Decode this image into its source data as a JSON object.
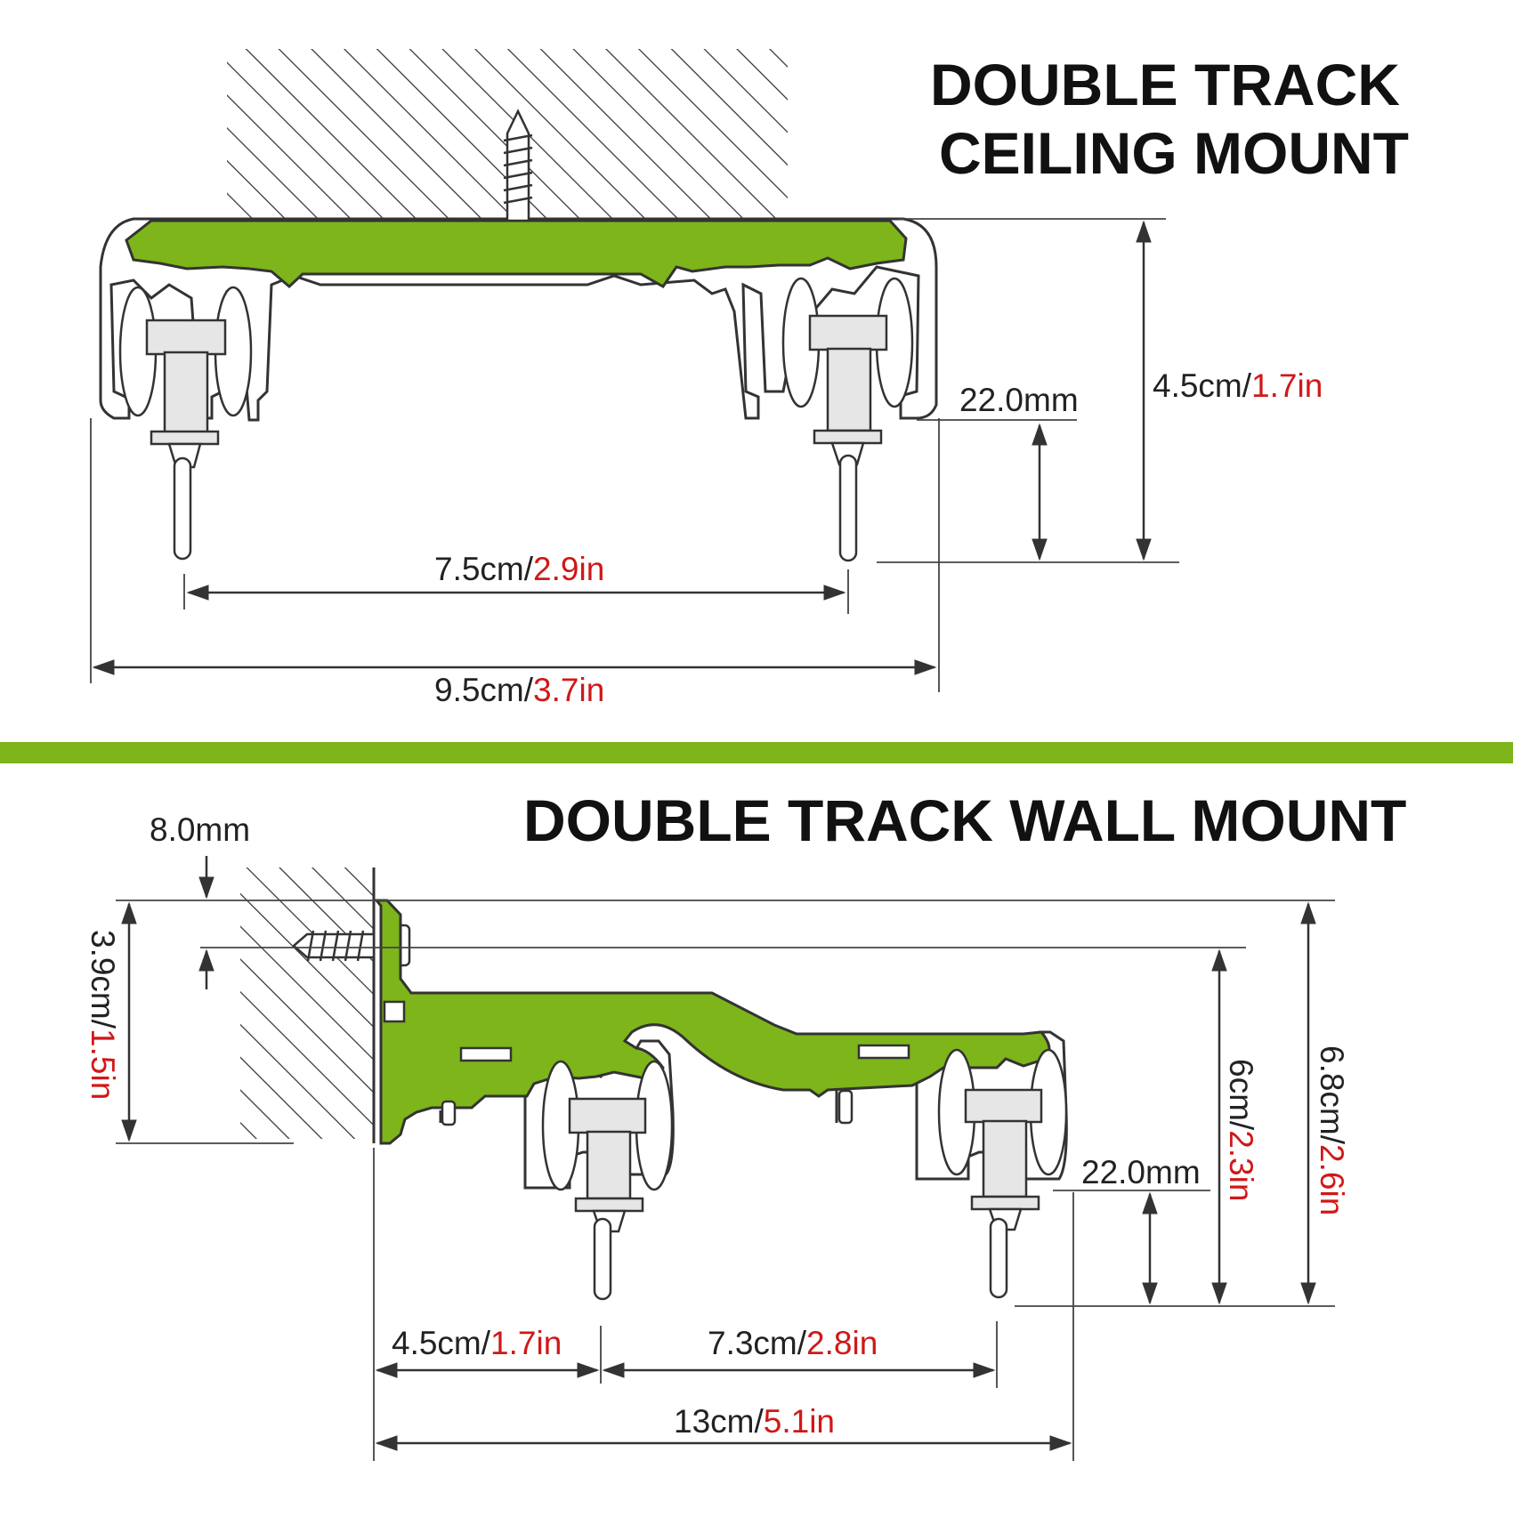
{
  "colors": {
    "accent_green": "#7db51a",
    "imperial_red": "#d01818",
    "text_dark": "#111111"
  },
  "ceiling": {
    "title_line1": "DOUBLE TRACK",
    "title_line2": "CEILING MOUNT",
    "height_metric": "4.5cm/",
    "height_imperial": "1.7in",
    "hook_metric": "22.0mm",
    "spacing_metric": "7.5cm/",
    "spacing_imperial": "2.9in",
    "width_metric": "9.5cm/",
    "width_imperial": "3.7in"
  },
  "wall": {
    "title": "DOUBLE TRACK WALL MOUNT",
    "screw_offset_metric": "8.0mm",
    "plate_height_metric": "3.9cm/",
    "plate_height_imperial": "1.5in",
    "drop_metric": "6cm/",
    "drop_imperial": "2.3in",
    "total_height_metric": "6.8cm/",
    "total_height_imperial": "2.6in",
    "hook_metric": "22.0mm",
    "projection_metric": "4.5cm/",
    "projection_imperial": "1.7in",
    "spacing_metric": "7.3cm/",
    "spacing_imperial": "2.8in",
    "depth_metric": "13cm/",
    "depth_imperial": "5.1in"
  }
}
